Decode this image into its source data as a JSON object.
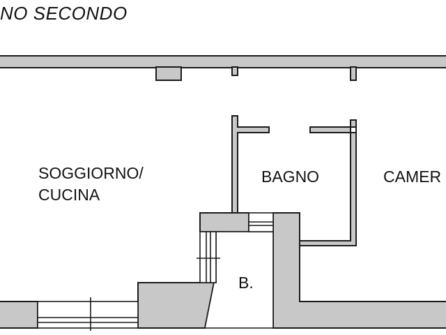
{
  "plan": {
    "title": "NO SECONDO",
    "rooms": {
      "soggiorno_line1": "SOGGIORNO/",
      "soggiorno_line2": "CUCINA",
      "bagno": "BAGNO",
      "camera": "CAMER",
      "bagno_small": "B."
    }
  },
  "colors": {
    "wall_fill": "#c8c8c8",
    "line": "#1a1a1a",
    "background": "#ffffff"
  }
}
